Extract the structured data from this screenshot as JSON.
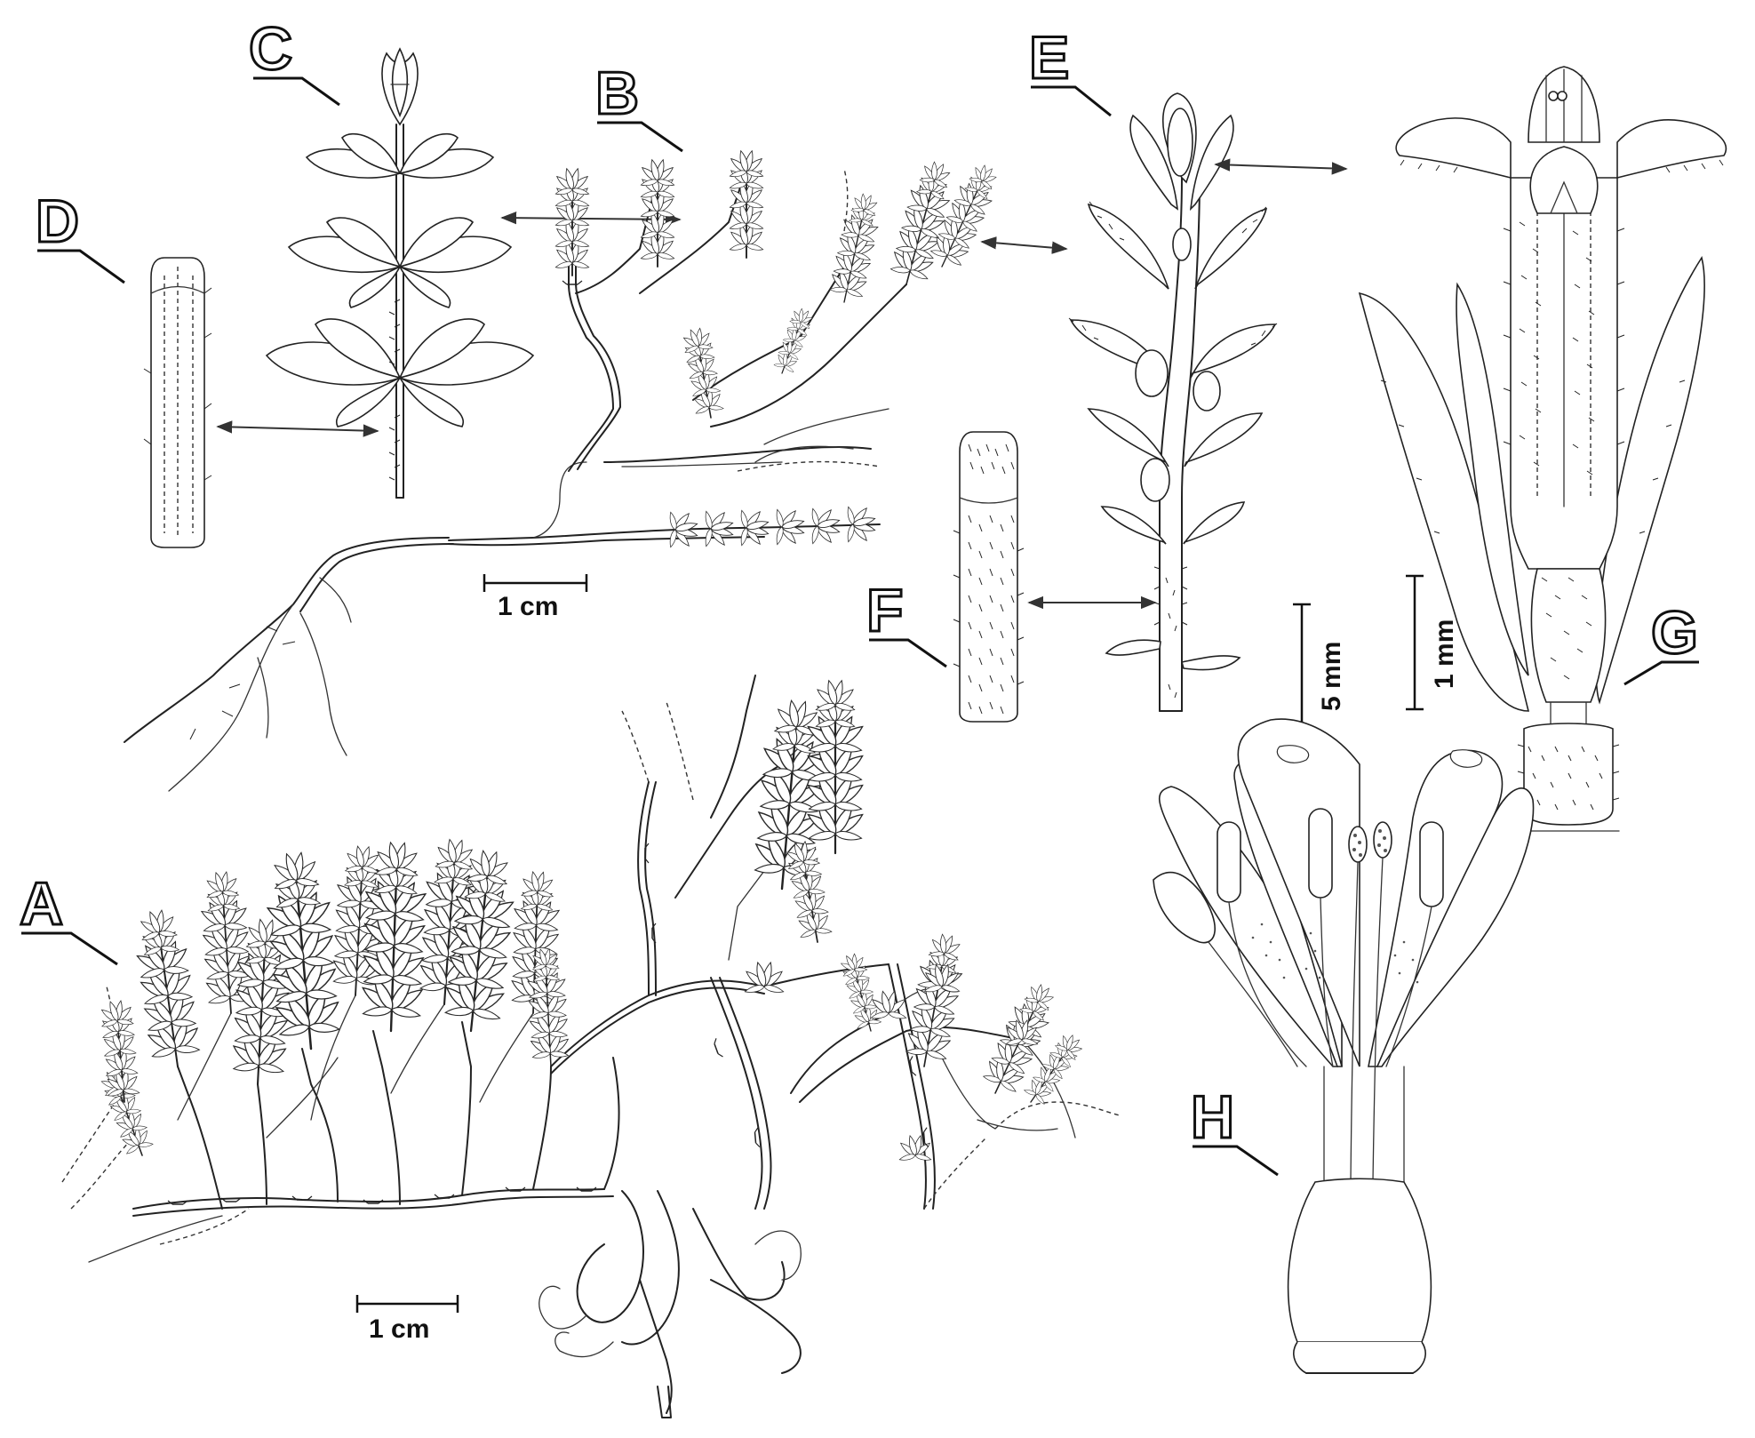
{
  "figure": {
    "panel_labels": {
      "A": "A",
      "B": "B",
      "C": "C",
      "D": "D",
      "E": "E",
      "F": "F",
      "G": "G",
      "H": "H"
    },
    "scale_bars": {
      "habit_b": "1 cm",
      "habit_a": "1 cm",
      "inflorescence_e": "5 mm",
      "flower_g": "1 mm"
    }
  },
  "colors": {
    "ink": "#222222",
    "paper": "#ffffff",
    "arrow": "#333333"
  }
}
